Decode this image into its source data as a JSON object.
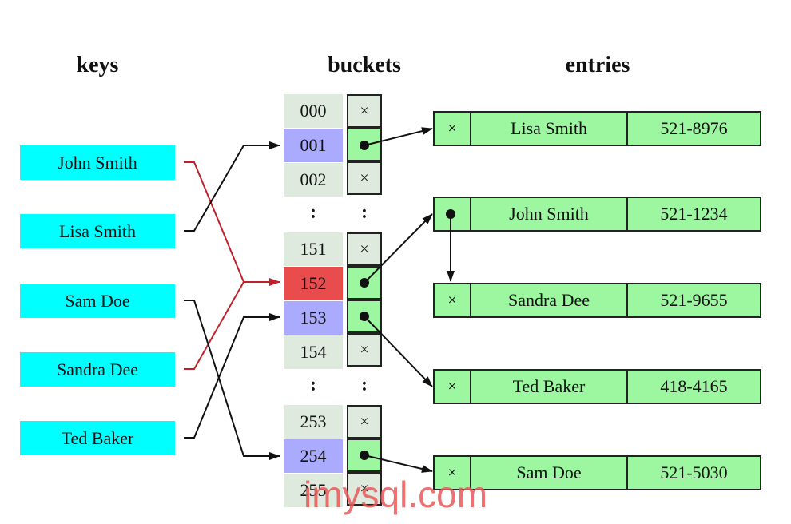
{
  "headings": {
    "keys": "keys",
    "buckets": "buckets",
    "entries": "entries"
  },
  "keys": [
    {
      "label": "John Smith"
    },
    {
      "label": "Lisa Smith"
    },
    {
      "label": "Sam Doe"
    },
    {
      "label": "Sandra Dee"
    },
    {
      "label": "Ted Baker"
    }
  ],
  "buckets": [
    {
      "index": "000",
      "pointer": "×"
    },
    {
      "index": "001",
      "pointer": ""
    },
    {
      "index": "002",
      "pointer": "×"
    },
    {
      "index": "151",
      "pointer": "×"
    },
    {
      "index": "152",
      "pointer": ""
    },
    {
      "index": "153",
      "pointer": ""
    },
    {
      "index": "154",
      "pointer": "×"
    },
    {
      "index": "253",
      "pointer": "×"
    },
    {
      "index": "254",
      "pointer": ""
    },
    {
      "index": "255",
      "pointer": "×"
    }
  ],
  "ellipsis": ":",
  "entries": [
    {
      "next": "×",
      "name": "Lisa Smith",
      "phone": "521-8976"
    },
    {
      "next": "",
      "name": "John Smith",
      "phone": "521-1234"
    },
    {
      "next": "×",
      "name": "Sandra Dee",
      "phone": "521-9655"
    },
    {
      "next": "×",
      "name": "Ted Baker",
      "phone": "418-4165"
    },
    {
      "next": "×",
      "name": "Sam Doe",
      "phone": "521-5030"
    }
  ],
  "colors": {
    "key_fill": "#00ffff",
    "bucket_default": "#dfeadf",
    "bucket_used": "#aaaaff",
    "bucket_collision": "#e84c4c",
    "entry_fill": "#9cf7a0",
    "collision_line": "#c0202a"
  },
  "watermark": "imysql.com"
}
